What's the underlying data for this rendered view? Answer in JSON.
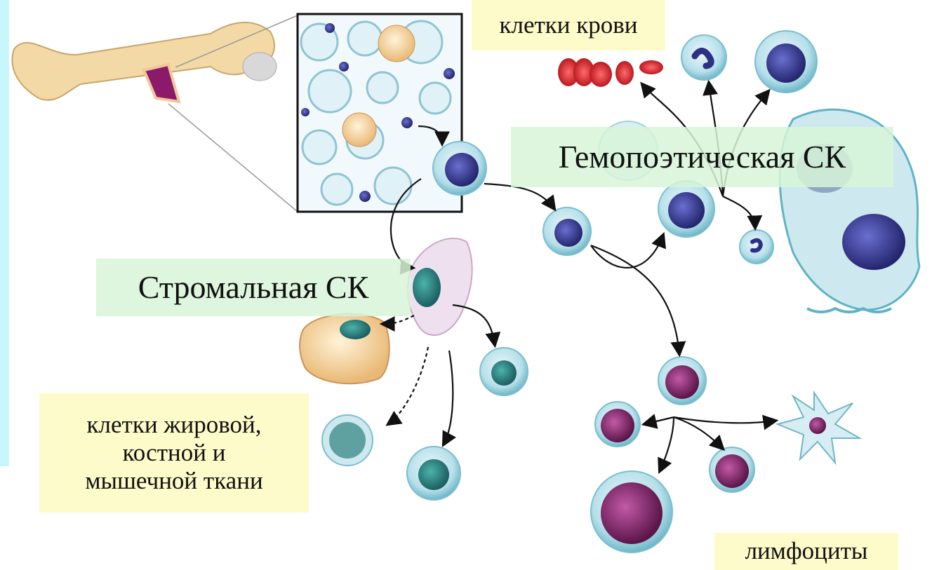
{
  "labels": {
    "blood_cells": "клетки крови",
    "hematopoietic_sc": "Гемопоэтическая СК",
    "stromal_sc": "Стромальная СК",
    "fat_bone_muscle": {
      "line1": "клетки жировой,",
      "line2": "костной и",
      "line3": "мышечной ткани"
    },
    "lymphocytes": "лимфоциты"
  },
  "colors": {
    "sidebar": "#c8f7fb",
    "yellow_label": "#fdfbc9",
    "green_label": "#d7f5d7",
    "bone": "#f3d9a6",
    "cell_membrane": "#9fd3e0",
    "nucleus_blue": "#3a3f8f",
    "nucleus_magenta": "#8e2a73",
    "red_blood_cell": "#d62b2b",
    "nucleus_teal": "#2e8c8c"
  }
}
